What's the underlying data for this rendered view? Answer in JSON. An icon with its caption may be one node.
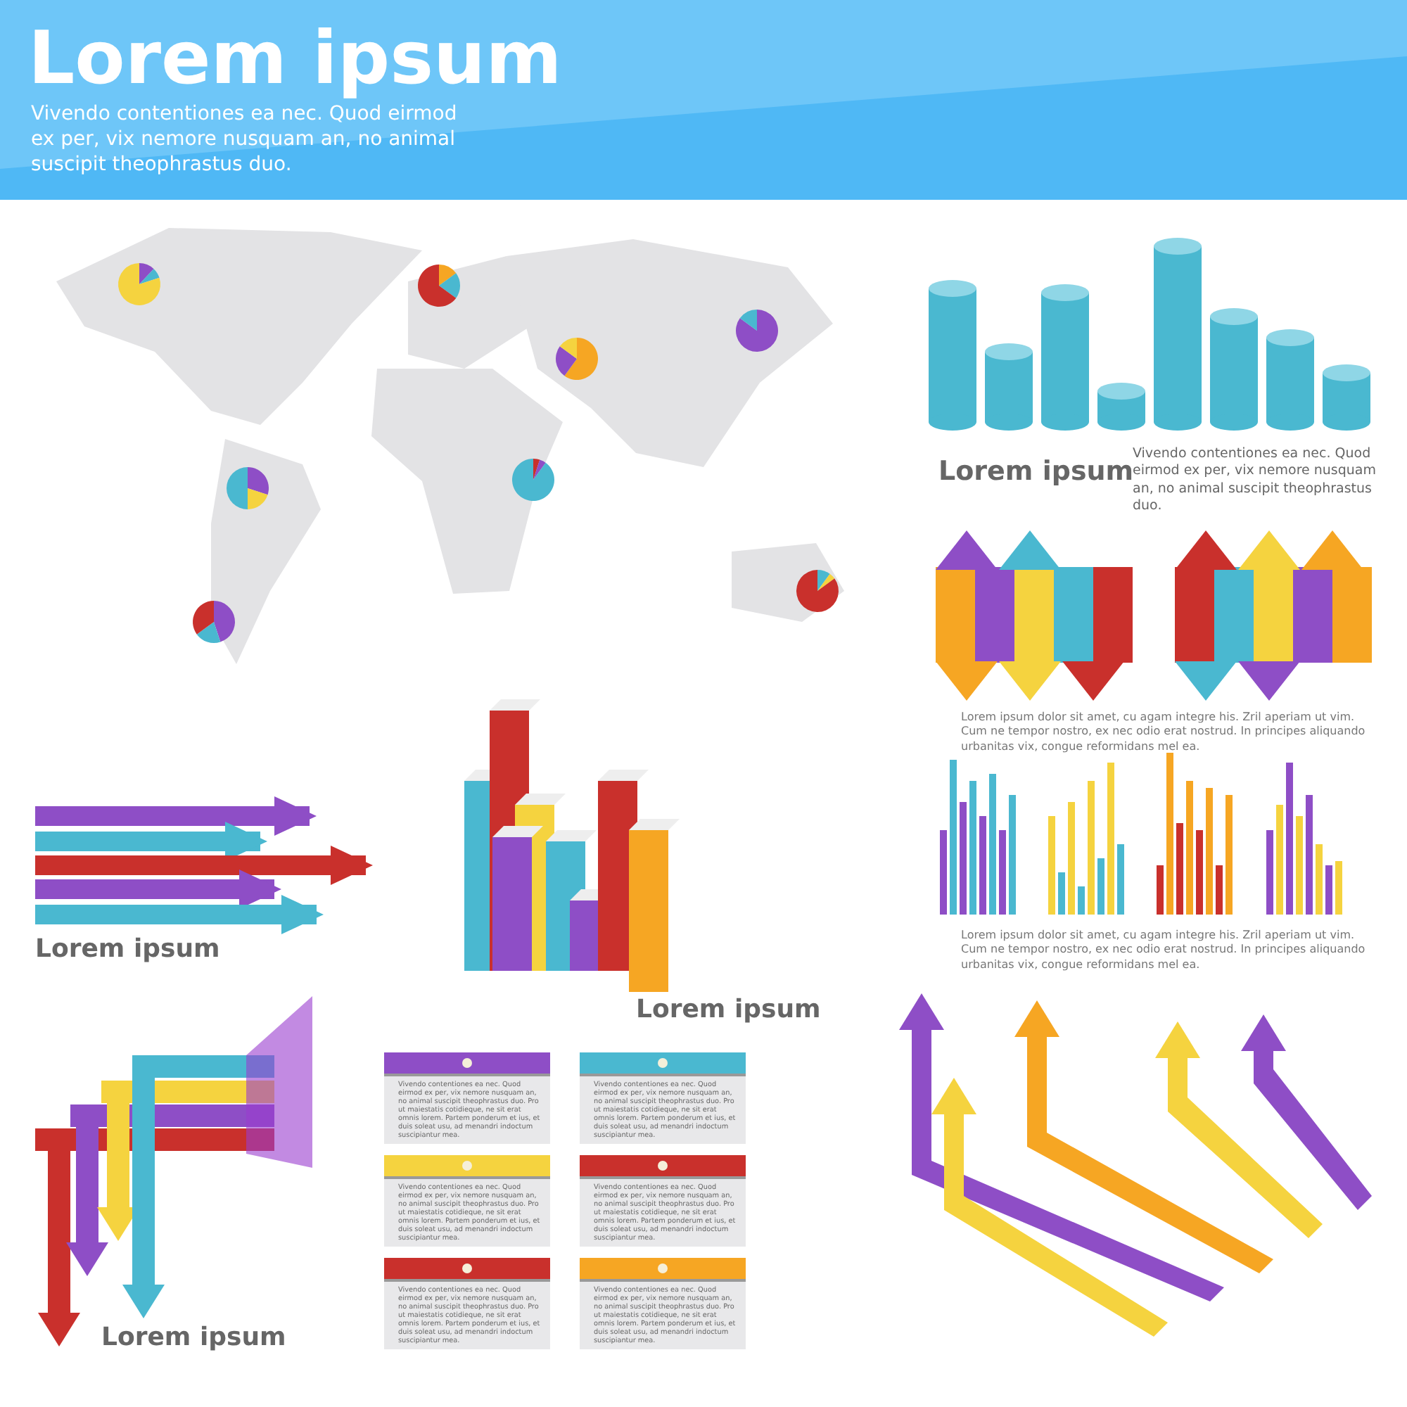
{
  "diagram": {
    "title": "Lorem ipsum",
    "nodes": [
      {
        "text": [
          "Vivendo contentiones ea nec. Quod eirmod ex per, vix nemore nusquam an, no animal suscipit theophrastus duo. Pro ut maiestatis cotidieque, ne sit erat omnis lorem. Partem ponderum et ius, et duis soleat usu, ad menandri indoctum suscipiantur mea."
        ]
      },
      {
        "text": [
          "Vivendo contentiones ea nec. Quod eirmod ex per, vix nemore nusquam an, no animal suscipit theophrastus duo. Pro ut maiestatis cotidieque, ne sit erat omnis lorem. Partem ponderum et ius, et duis soleat usu, ad menandri indoctum suscipiantur mea."
        ]
      },
      {
        "text": [
          "Vivendo contentiones ea nec. Quod eirmod ex per, vix nemore nusquam an, no animal suscipit theophrastus duo. Pro ut maiestatis cotidieque, ne sit erat omnis lorem. Partem ponderum et ius, et duis soleat usu, ad menandri indoctum suscipiantur mea."
        ]
      },
      {
        "text": [
          "Vivendo contentiones ea nec. Quod eirmod ex per, vix nemore nusquam an, no animal suscipit theophrastus duo. Pro ut maiestatis cotidieque, ne sit erat omnis lorem. Partem ponderum et ius, et duis soleat usu, ad menandri indoctum suscipiantur mea."
        ]
      },
      {
        "text": [
          "Vivendo contentiones ea nec. Quod eirmod ex per, vix nemore nusquam an, no animal suscipit theophrastus duo. Pro ut maiestatis cotidieque, ne sit erat omnis lorem. Partem ponderum et ius, et duis soleat usu, ad menandri indoctum suscipiantur mea."
        ]
      },
      {
        "text": [
          "Vivendo contentiones ea nec. Quod eirmod ex per, vix nemore nusquam an, no animal suscipit theophrastus duo. Pro ut maiestatis cotidieque, ne sit erat omnis lorem. Partem ponderum et ius, et duis soleat usu, ad menandri indoctum suscipiantur mea."
        ]
      }
    ],
    "labels": [
      "Vivendo contentiones ea nec. Quod eirmod ex per, vix nemore nusquam an, no animal suscipit theophrastus duo.",
      "Lorem ipsum",
      "Vivendo contentiones ea nec. Quod eirmod ex per, vix nemore nusquam an, no animal suscipit theophrastus duo.",
      "Lorem ipsum dolor sit amet, cu agam integre his. Zril aperiam ut vim. Cum ne tempor nostro, ex nec odio erat nostrud. In principes aliquando urbanitas vix, congue reformidans mel ea.",
      "Lorem ipsum",
      "Lorem ipsum dolor sit amet, cu agam integre his. Zril aperiam ut vim. Cum ne tempor nostro, ex nec odio erat nostrud. In principes aliquando urbanitas vix, congue reformidans mel ea.",
      "Lorem ipsum",
      "Lorem ipsum"
    ]
  }
}
